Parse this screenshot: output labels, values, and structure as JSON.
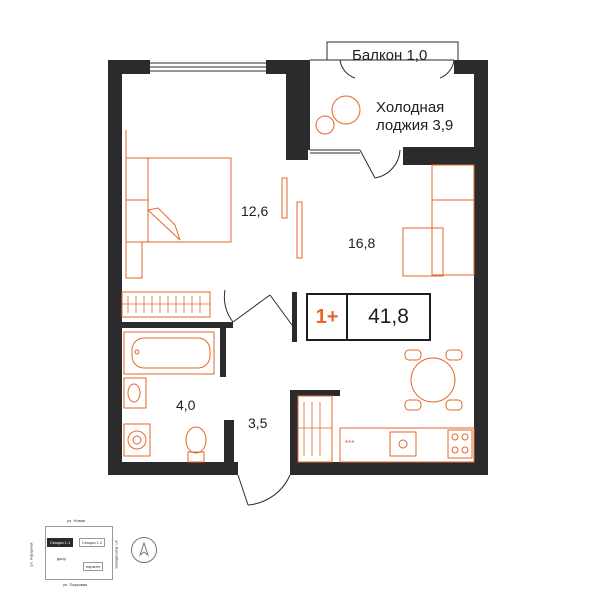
{
  "rooms": {
    "balcony": "Балкон 1,0",
    "loggia_line1": "Холодная",
    "loggia_line2": "лоджия 3,9",
    "bedroom_area": "12,6",
    "living_area": "16,8",
    "bathroom_area": "4,0",
    "hall_area": "3,5"
  },
  "summary": {
    "rooms": "1+",
    "total_area": "41,8"
  },
  "site_plan": {
    "street_north": "ул. Новая",
    "street_south": "ул. Парковая",
    "street_west": "ул. Аграрная",
    "street_east": "ул. Балтийская",
    "section_current": "Секция 1.1",
    "section_other": "Секция 1.2",
    "yard": "двор",
    "parking": "паркинг"
  },
  "colors": {
    "wall": "#2b2b2e",
    "furniture": "#e5672a",
    "text": "#1e1e1e"
  }
}
